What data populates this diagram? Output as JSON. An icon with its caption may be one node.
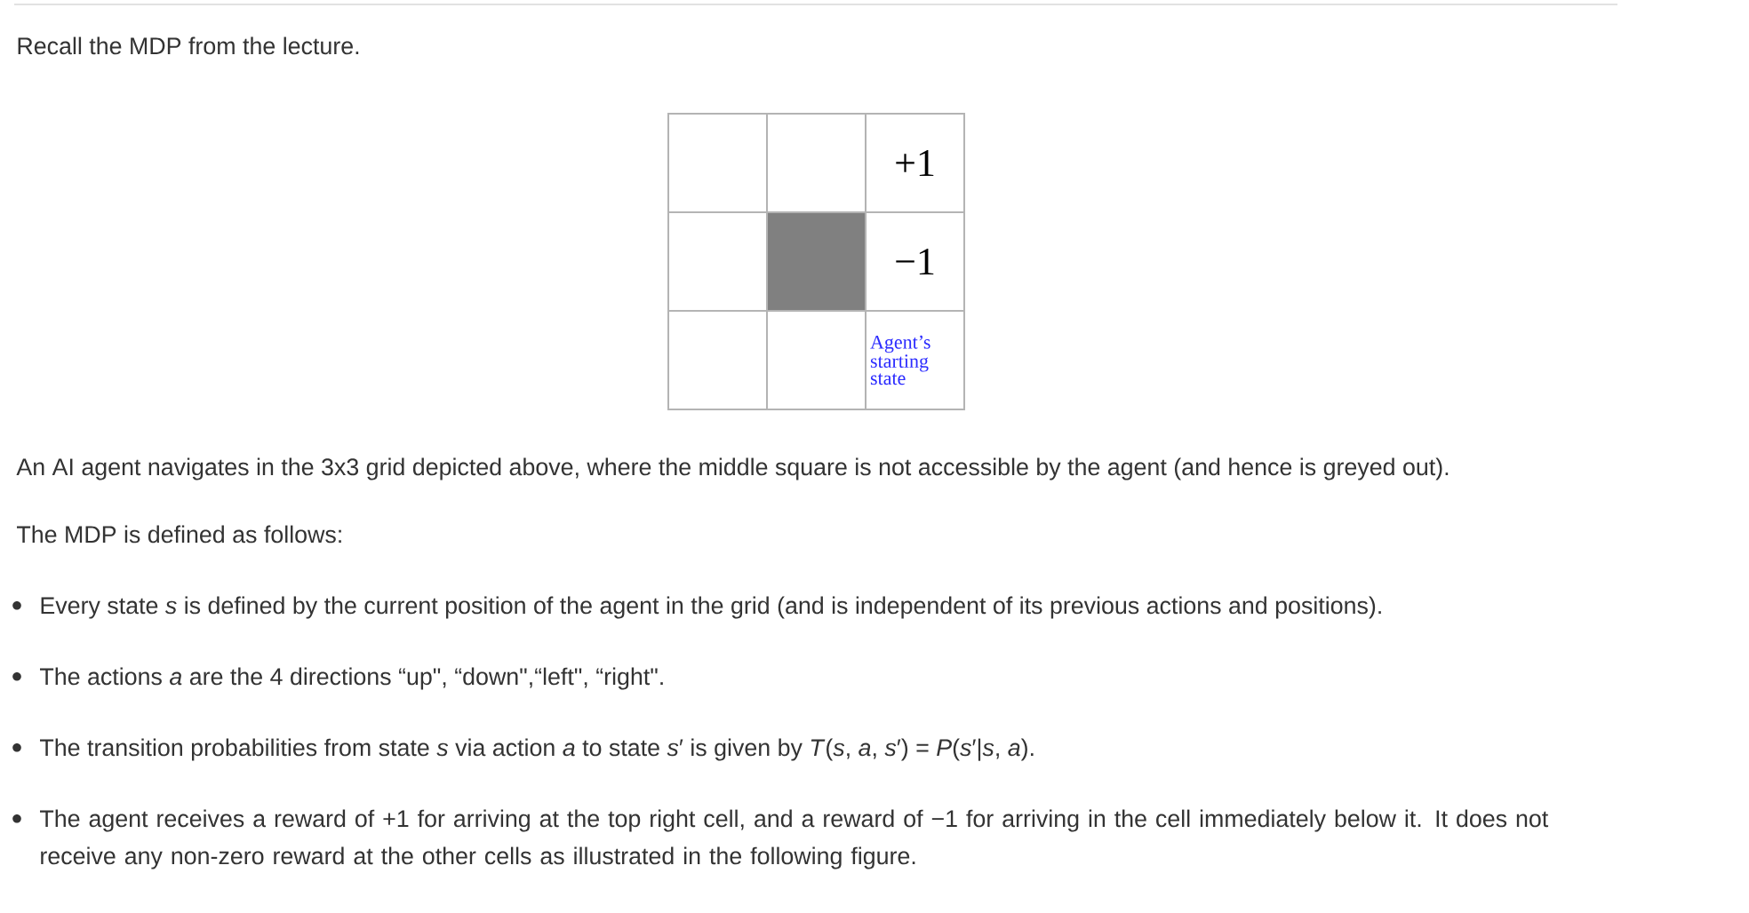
{
  "diagram": {
    "nodes": [
      {
        "text": [],
        "shape": "box"
      },
      {
        "text": [],
        "shape": "box"
      },
      {
        "text": [
          "+1"
        ]
      },
      {
        "text": [],
        "shape": "box"
      },
      {
        "text": [],
        "shape": "box"
      },
      {
        "text": [
          "−1"
        ]
      },
      {
        "text": [],
        "shape": "box"
      },
      {
        "text": [],
        "shape": "box"
      },
      {
        "text": [
          "Agent’s starting state"
        ]
      }
    ],
    "labels": [
      "Recall the MDP from the lecture.",
      "An AI agent navigates in the 3x3 grid depicted above, where the middle square is not accessible by the agent (and hence is greyed out).",
      "The MDP is defined as follows:",
      "Every state *s* is defined by the current position of the agent in the grid (and is independent of its previous actions and positions).",
      "The actions *a* are the 4 directions “up\", “down\",“left\", “right\".",
      "The transition probabilities from state *s* via action *a* to state *s*′ is given by *T*(*s*, *a*, *s*′) = *P*(*s*′|*s*, *a*).",
      "The agent receives a reward of +1 for arriving at the top right cell, and a reward of −1 for arriving in the cell immediately below it. It does not receive any non-zero reward at the other cells as illustrated in the following figure."
    ]
  }
}
